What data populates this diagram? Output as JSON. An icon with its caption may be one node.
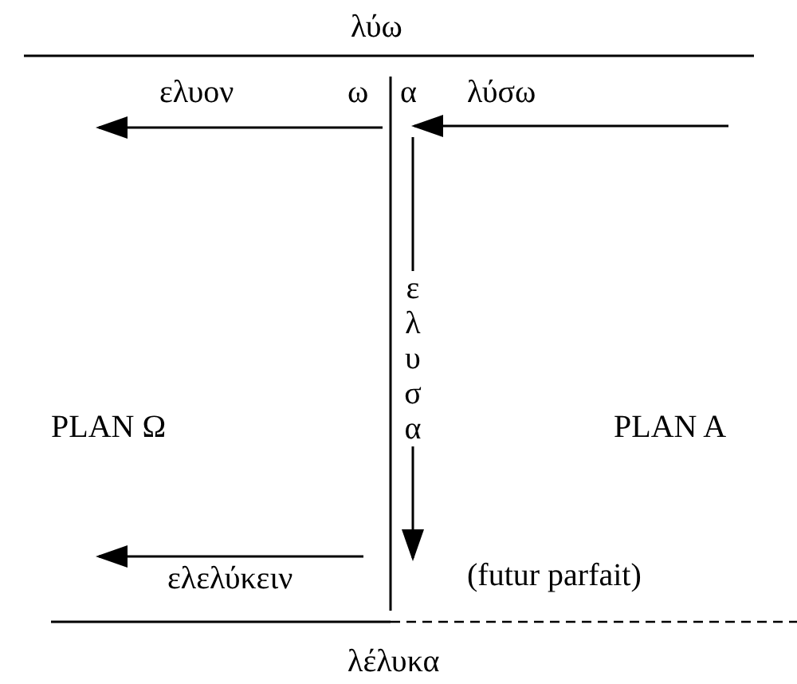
{
  "diagram": {
    "labels": [
      "λύω",
      "ελυον",
      "ω",
      "α",
      "λύσω",
      "ελυσα",
      "PLAN Ω",
      "PLAN A",
      "ελελύκειν",
      "(futur parfait)",
      "λέλυκα"
    ]
  }
}
